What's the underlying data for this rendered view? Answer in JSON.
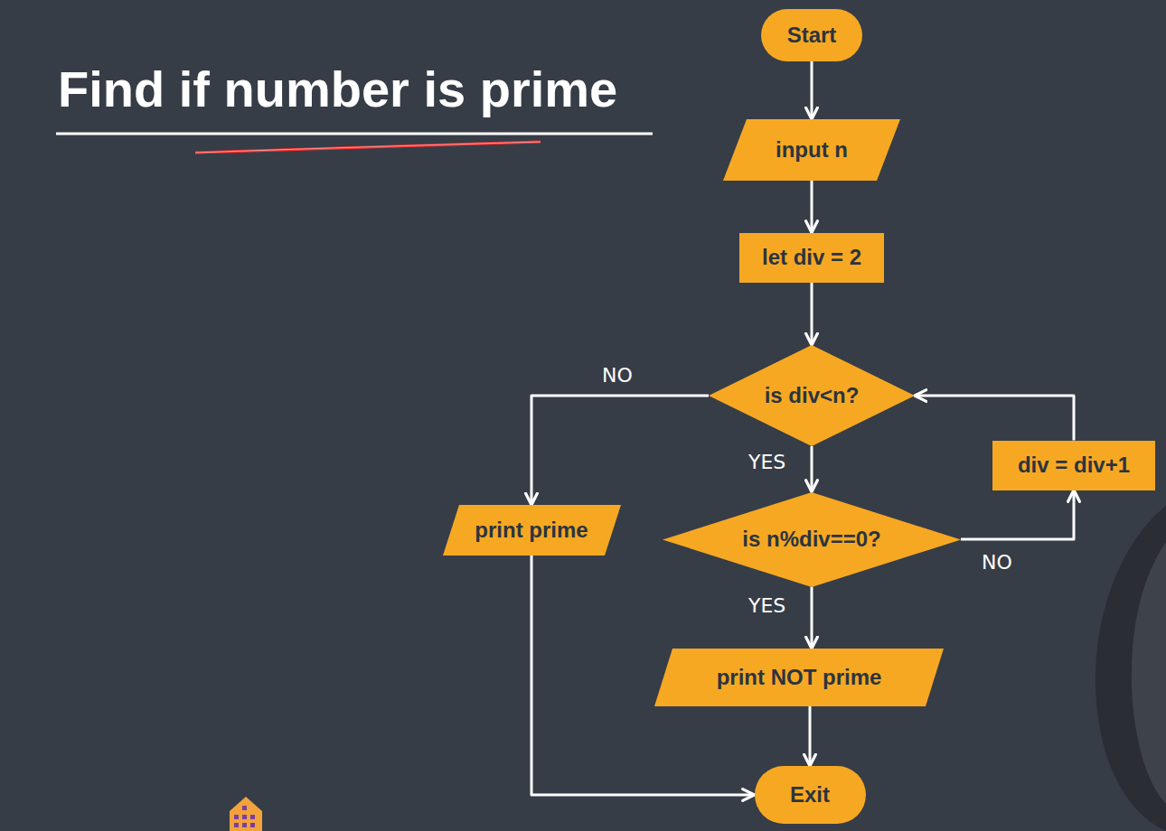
{
  "diagram": {
    "title": "Find if number is prime",
    "nodes": [
      {
        "text": [
          "Start"
        ]
      },
      {
        "text": [
          "input n"
        ]
      },
      {
        "text": [
          "let div = 2"
        ]
      },
      {
        "text": [
          "is div<n?"
        ]
      },
      {
        "text": [
          "div = div+1"
        ]
      },
      {
        "text": [
          "print prime"
        ]
      },
      {
        "text": [
          "is n%div==0?"
        ]
      },
      {
        "text": [
          "print NOT prime"
        ]
      },
      {
        "text": [
          "Exit"
        ]
      }
    ],
    "edges": [
      {
        "from": 0,
        "to": 1,
        "arrow": "to"
      },
      {
        "from": 1,
        "to": 2,
        "arrow": "to"
      },
      {
        "from": 2,
        "to": 3,
        "arrow": "to"
      },
      {
        "from": 3,
        "to": 5,
        "label": "NO",
        "arrow": "to"
      },
      {
        "from": 3,
        "to": 6,
        "label": "YES",
        "arrow": "to"
      },
      {
        "from": 6,
        "to": 4,
        "label": "NO",
        "arrow": "to"
      },
      {
        "from": 4,
        "to": 3,
        "arrow": "to"
      },
      {
        "from": 6,
        "to": 7,
        "label": "YES",
        "arrow": "to"
      },
      {
        "from": 7,
        "to": 8,
        "arrow": "to"
      },
      {
        "from": 5,
        "to": 8,
        "arrow": "to"
      }
    ]
  }
}
